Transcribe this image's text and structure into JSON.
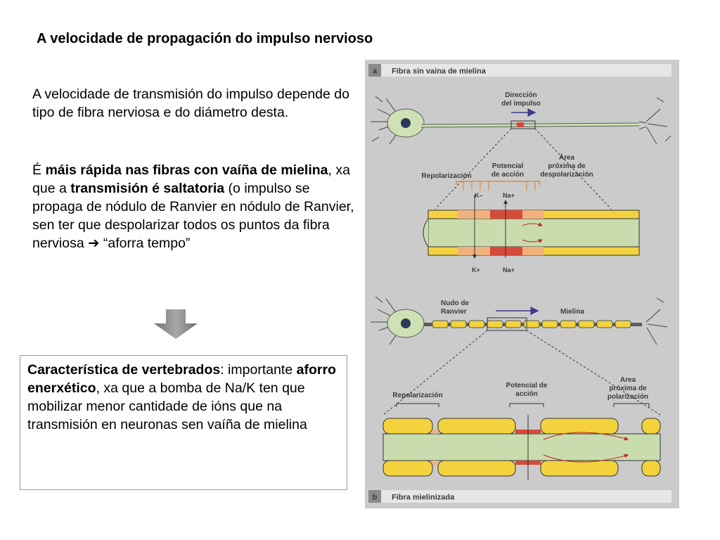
{
  "title": "A velocidade de propagación do impulso nervioso",
  "intro": "A velocidade de transmisión do impulso depende do tipo de fibra nerviosa e do diámetro desta.",
  "para2": {
    "a": "É ",
    "b": "máis rápida nas fibras con vaíña de mielina",
    "c": ", xa que a ",
    "d": "transmisión é saltatoria",
    "e": " (o impulso se propaga de nódulo de Ranvier en nódulo de Ranvier, sen ter que despolarizar todos os puntos da fibra nerviosa ",
    "arrow": "➔",
    "f": " “aforra tempo”"
  },
  "box": {
    "a": "Característica de vertebrados",
    "b": ": importante ",
    "c": "aforro enerxético",
    "d": ", xa que a bomba de Na/K ten que mobilizar menor cantidade de ións que na transmisión en neuronas sen vaíña de mielina"
  },
  "figure": {
    "panel_a": {
      "letter": "a",
      "header": "Fibra sin vaina de mielina",
      "direction": [
        "Dirección",
        "del impulso"
      ],
      "repol": "Repolarización",
      "potencial": [
        "Potencial",
        "de acción"
      ],
      "area": [
        "Área",
        "próxima de",
        "despolarización"
      ],
      "k_minus": "K–",
      "na_plus": "Na+",
      "k_plus": "K+"
    },
    "panel_b": {
      "letter": "b",
      "footer": "Fibra mielinizada",
      "nudo": [
        "Nudo de",
        "Ranvier"
      ],
      "mielina": "Mielina",
      "repol": "Repolarización",
      "potencial": [
        "Potencial de",
        "acción"
      ],
      "area": [
        "Area",
        "próxima de",
        "polarización"
      ]
    }
  },
  "colors": {
    "figure_bg": "#cbcbcb",
    "myelin": "#f3d23e",
    "axon": "#c9dcae",
    "depolarized": "#d64a3a",
    "repolarized": "#f1b07c",
    "outline": "#333333"
  }
}
